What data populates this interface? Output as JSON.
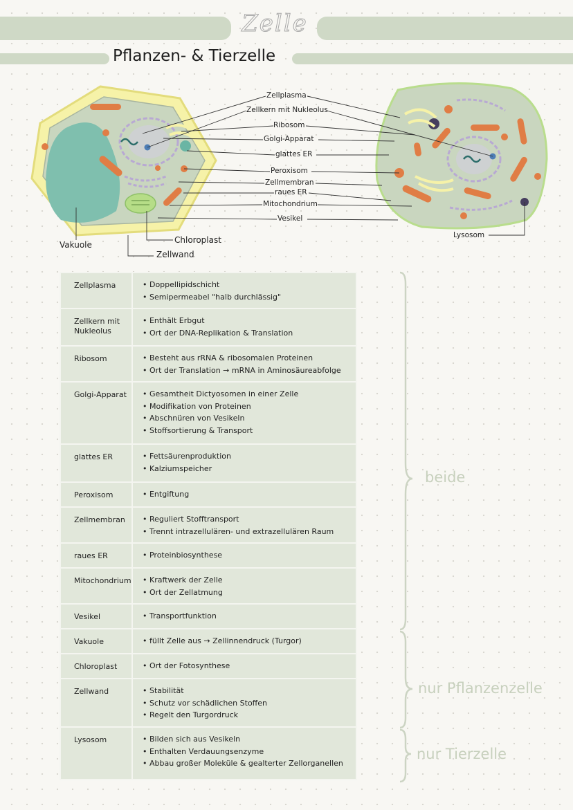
{
  "page": {
    "title": "Zelle",
    "subtitle": "Pflanzen- & Tierzelle"
  },
  "diagram": {
    "center_labels": [
      "Zellplasma",
      "Zellkern mit Nukleolus",
      "Ribosom",
      "Golgi-Apparat",
      "glattes ER",
      "Peroxisom",
      "Zellmembran",
      "raues ER",
      "Mitochondrium",
      "Vesikel"
    ],
    "plant_labels": {
      "vakuole": "Vakuole",
      "chloroplast": "Chloroplast",
      "zellwand": "Zellwand"
    },
    "animal_labels": {
      "lysosom": "Lysosom"
    }
  },
  "table": {
    "rows": [
      {
        "name": "Zellplasma",
        "items": [
          "• Doppellipidschicht",
          "• Semipermeabel \"halb durchlässig\""
        ]
      },
      {
        "name": "Zellkern mit Nukleolus",
        "items": [
          "• Enthält Erbgut",
          "• Ort der DNA-Replikation & Translation"
        ]
      },
      {
        "name": "Ribosom",
        "items": [
          "• Besteht aus rRNA & ribosomalen Proteinen",
          "• Ort der Translation → mRNA in Aminosäureabfolge"
        ]
      },
      {
        "name": "Golgi-Apparat",
        "items": [
          "• Gesamtheit Dictyosomen in einer Zelle",
          "• Modifikation von Proteinen",
          "• Abschnüren von Vesikeln",
          "• Stoffsortierung & Transport"
        ]
      },
      {
        "name": "glattes ER",
        "items": [
          "• Fettsäurenproduktion",
          "• Kalziumspeicher"
        ]
      },
      {
        "name": "Peroxisom",
        "items": [
          "• Entgiftung"
        ]
      },
      {
        "name": "Zellmembran",
        "items": [
          "• Reguliert Stofftransport",
          "• Trennt intrazellulären- und extrazellulären Raum"
        ]
      },
      {
        "name": "raues ER",
        "items": [
          "• Proteinbiosynthese"
        ]
      },
      {
        "name": "Mitochondrium",
        "items": [
          "• Kraftwerk der Zelle",
          "• Ort der Zellatmung"
        ]
      },
      {
        "name": "Vesikel",
        "items": [
          "• Transportfunktion"
        ]
      },
      {
        "name": "Vakuole",
        "items": [
          "• füllt Zelle aus → Zellinnendruck (Turgor)"
        ]
      },
      {
        "name": "Chloroplast",
        "items": [
          "• Ort der Fotosynthese"
        ]
      },
      {
        "name": "Zellwand",
        "items": [
          "• Stabilität",
          "• Schutz vor schädlichen Stoffen",
          "• Regelt den Turgordruck"
        ]
      },
      {
        "name": "Lysosom",
        "items": [
          "• Bilden sich aus Vesikeln",
          "• Enthalten Verdauungsenzyme",
          "• Abbau großer Moleküle & gealterter Zellorganellen"
        ]
      }
    ]
  },
  "groups": {
    "both": "beide",
    "plant": "nur Pflanzenzelle",
    "animal": "nur Tierzelle"
  },
  "colors": {
    "band": "#cfd9c6",
    "table_bg": "#e1e7da",
    "vacuole": "#7fbfae",
    "cytoplasm": "#c9d7c0",
    "mito": "#e07d45",
    "wall": "#f2ee9a"
  }
}
